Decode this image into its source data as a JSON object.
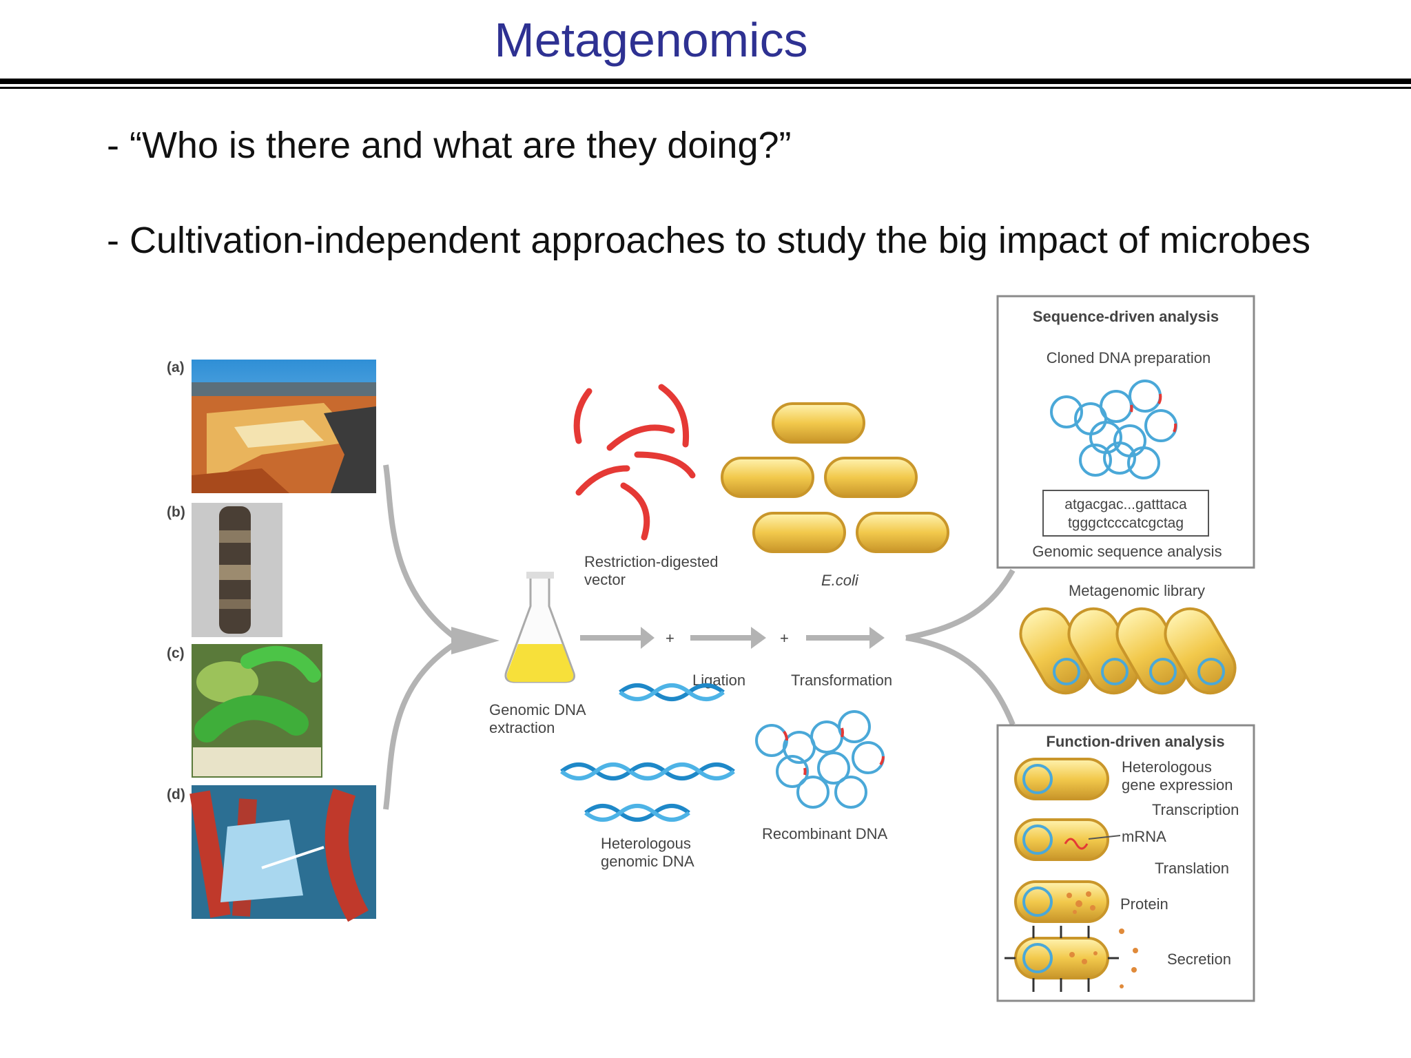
{
  "slide": {
    "title": "Metagenomics",
    "bullets": [
      "- “Who is there and what are they doing?”",
      "- Cultivation-independent approaches to study the big impact of microbes"
    ]
  },
  "figure": {
    "panel_labels": [
      "(a)",
      "(b)",
      "(c)",
      "(d)"
    ],
    "labels": {
      "restriction_vector": [
        "Restriction-digested",
        "vector"
      ],
      "ecoli": "E.coli",
      "genomic_extraction": [
        "Genomic DNA",
        "extraction"
      ],
      "ligation": "Ligation",
      "transformation": "Transformation",
      "heterologous_dna": [
        "Heterologous",
        "genomic DNA"
      ],
      "recombinant_dna": "Recombinant DNA",
      "metagenomic_library": "Metagenomic library",
      "plus": "+"
    },
    "sequence_box": {
      "title": "Sequence-driven analysis",
      "cloned": "Cloned DNA preparation",
      "seq_line1": "atgacgac...gatttaca",
      "seq_line2": "tgggctcccatcgctag",
      "analysis": "Genomic sequence analysis"
    },
    "function_box": {
      "title": "Function-driven analysis",
      "hetero": [
        "Heterologous",
        "gene expression"
      ],
      "transcription": "Transcription",
      "mrna": "mRNA",
      "translation": "Translation",
      "protein": "Protein",
      "secretion": "Secretion"
    }
  },
  "colors": {
    "title": "#2e3192",
    "capsule": "#f2c94c",
    "vector": "#e53935",
    "dna": "#1e88c8"
  }
}
